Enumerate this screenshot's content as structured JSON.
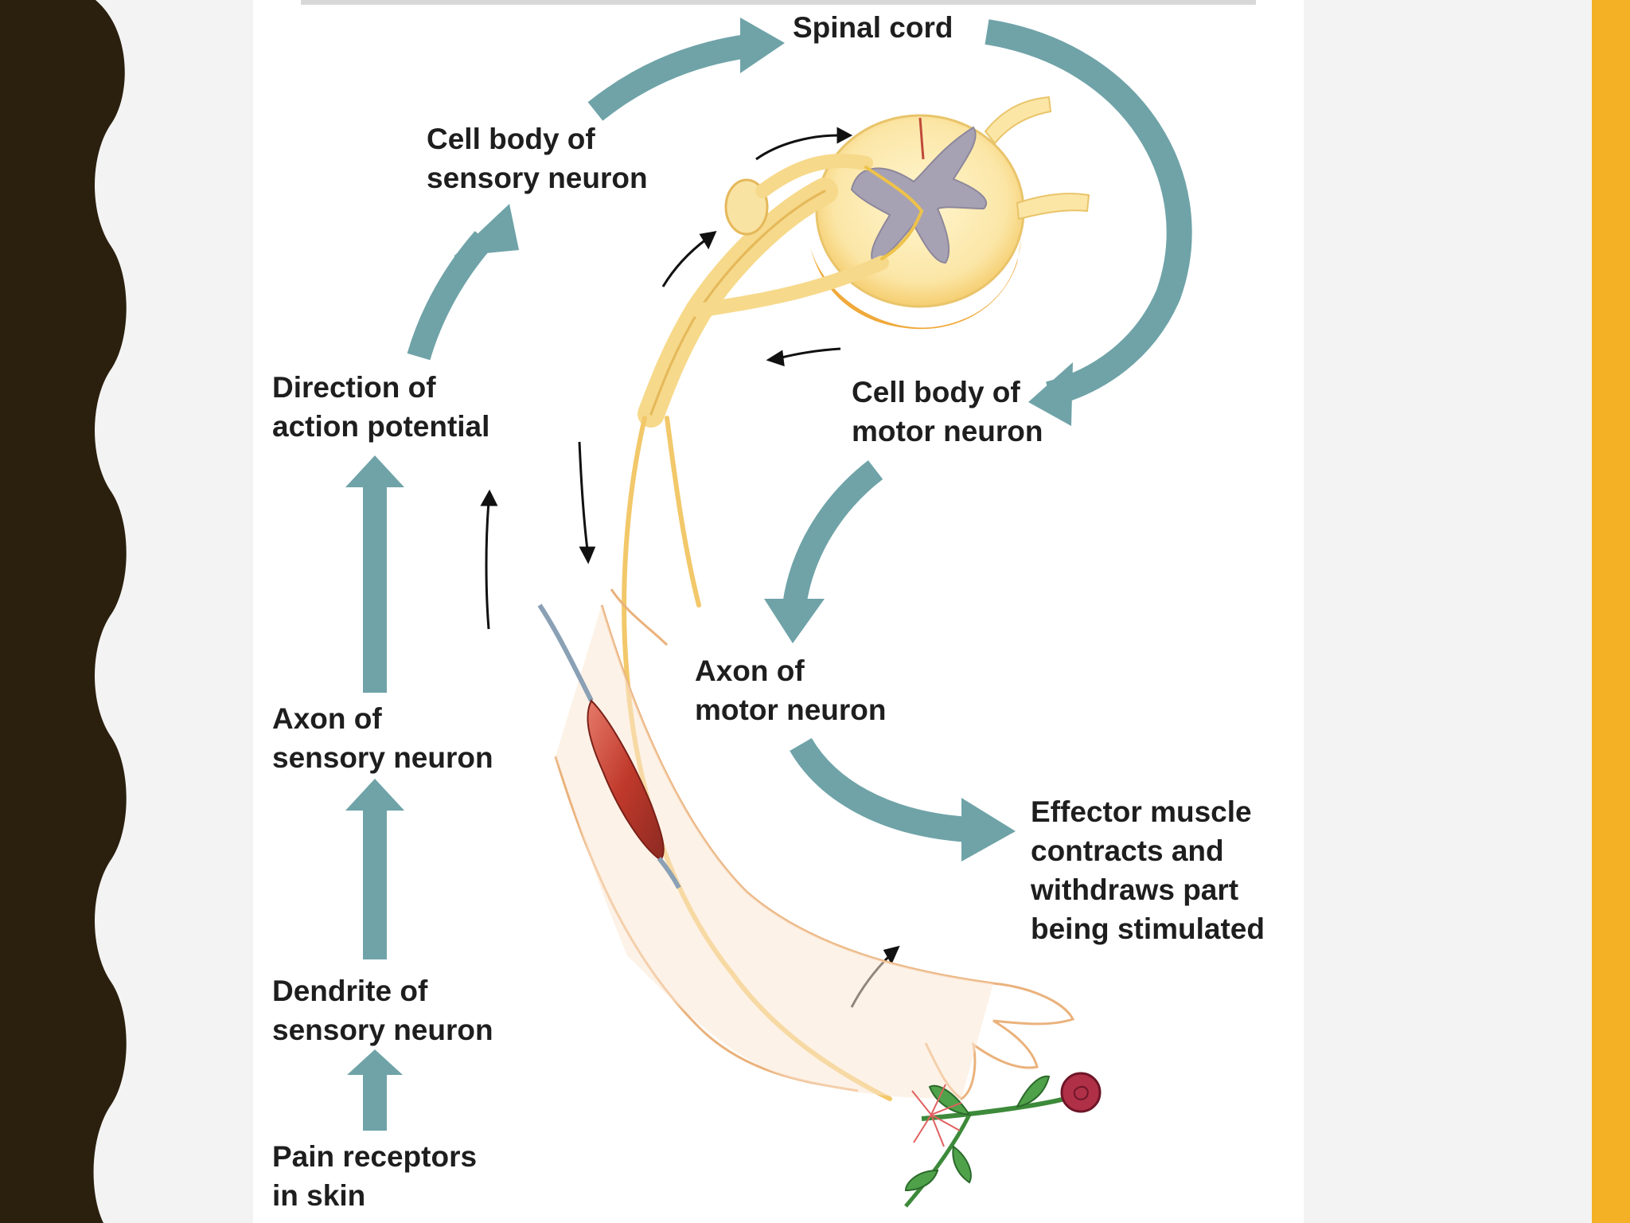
{
  "colors": {
    "border_dark": "#2b1f0e",
    "accent_yellow": "#f4b126",
    "flow_arrow": "#6fa3a8",
    "nerve": "#f6d98a",
    "muscle": "#c0392b",
    "rose": "#b03048",
    "stem": "#3d8a3a"
  },
  "labels": {
    "spinal_cord": "Spinal cord",
    "cell_body_sensory": "Cell body of\nsensory neuron",
    "direction_ap": "Direction of\naction potential",
    "axon_sensory": "Axon of\nsensory neuron",
    "dendrite_sensory": "Dendrite of\nsensory neuron",
    "pain_receptors": "Pain receptors\nin skin",
    "cell_body_motor": "Cell body of\nmotor neuron",
    "axon_motor": "Axon of\nmotor neuron",
    "effector": "Effector muscle\ncontracts and\nwithdraws part\nbeing stimulated"
  }
}
